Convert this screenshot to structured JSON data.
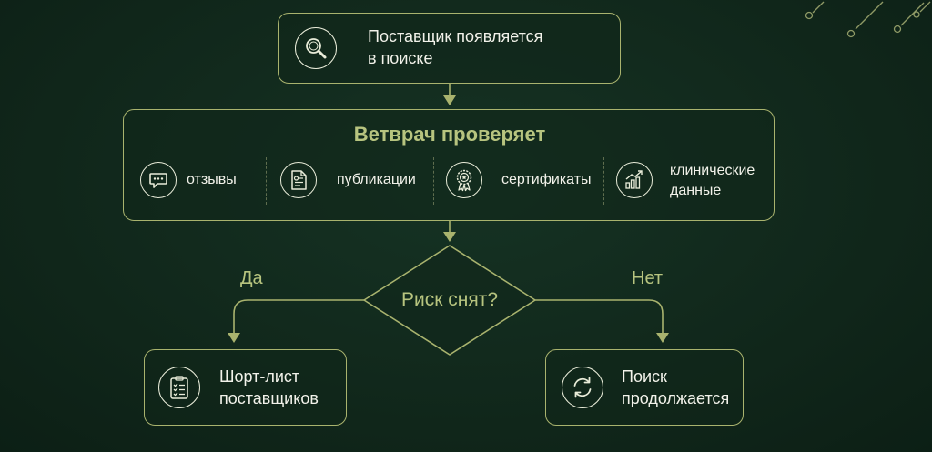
{
  "step1": {
    "label": "Поставщик появляется в поиске",
    "line1": "Поставщик появляется",
    "line2": "в поиске",
    "icon": "magnifier-icon"
  },
  "step2": {
    "title": "Ветврач проверяет",
    "items": [
      {
        "label": "отзывы",
        "icon": "chat-bubble-icon"
      },
      {
        "label": "публикации",
        "icon": "document-icon"
      },
      {
        "label": "сертификаты",
        "icon": "certificate-badge-icon"
      },
      {
        "label": "клинические данные",
        "line1": "клинические",
        "line2": "данные",
        "icon": "growth-chart-icon"
      }
    ]
  },
  "decision": {
    "label": "Риск снят?",
    "yes": "Да",
    "no": "Нет"
  },
  "outcome_yes": {
    "line1": "Шорт-лист",
    "line2": "поставщиков",
    "icon": "clipboard-checklist-icon"
  },
  "outcome_no": {
    "line1": "Поиск",
    "line2": "продолжается",
    "icon": "refresh-cycle-icon"
  },
  "colors": {
    "background": "#10261a",
    "accent": "#b7c47f",
    "border": "#a9b36e",
    "text": "#f2f2ea"
  }
}
